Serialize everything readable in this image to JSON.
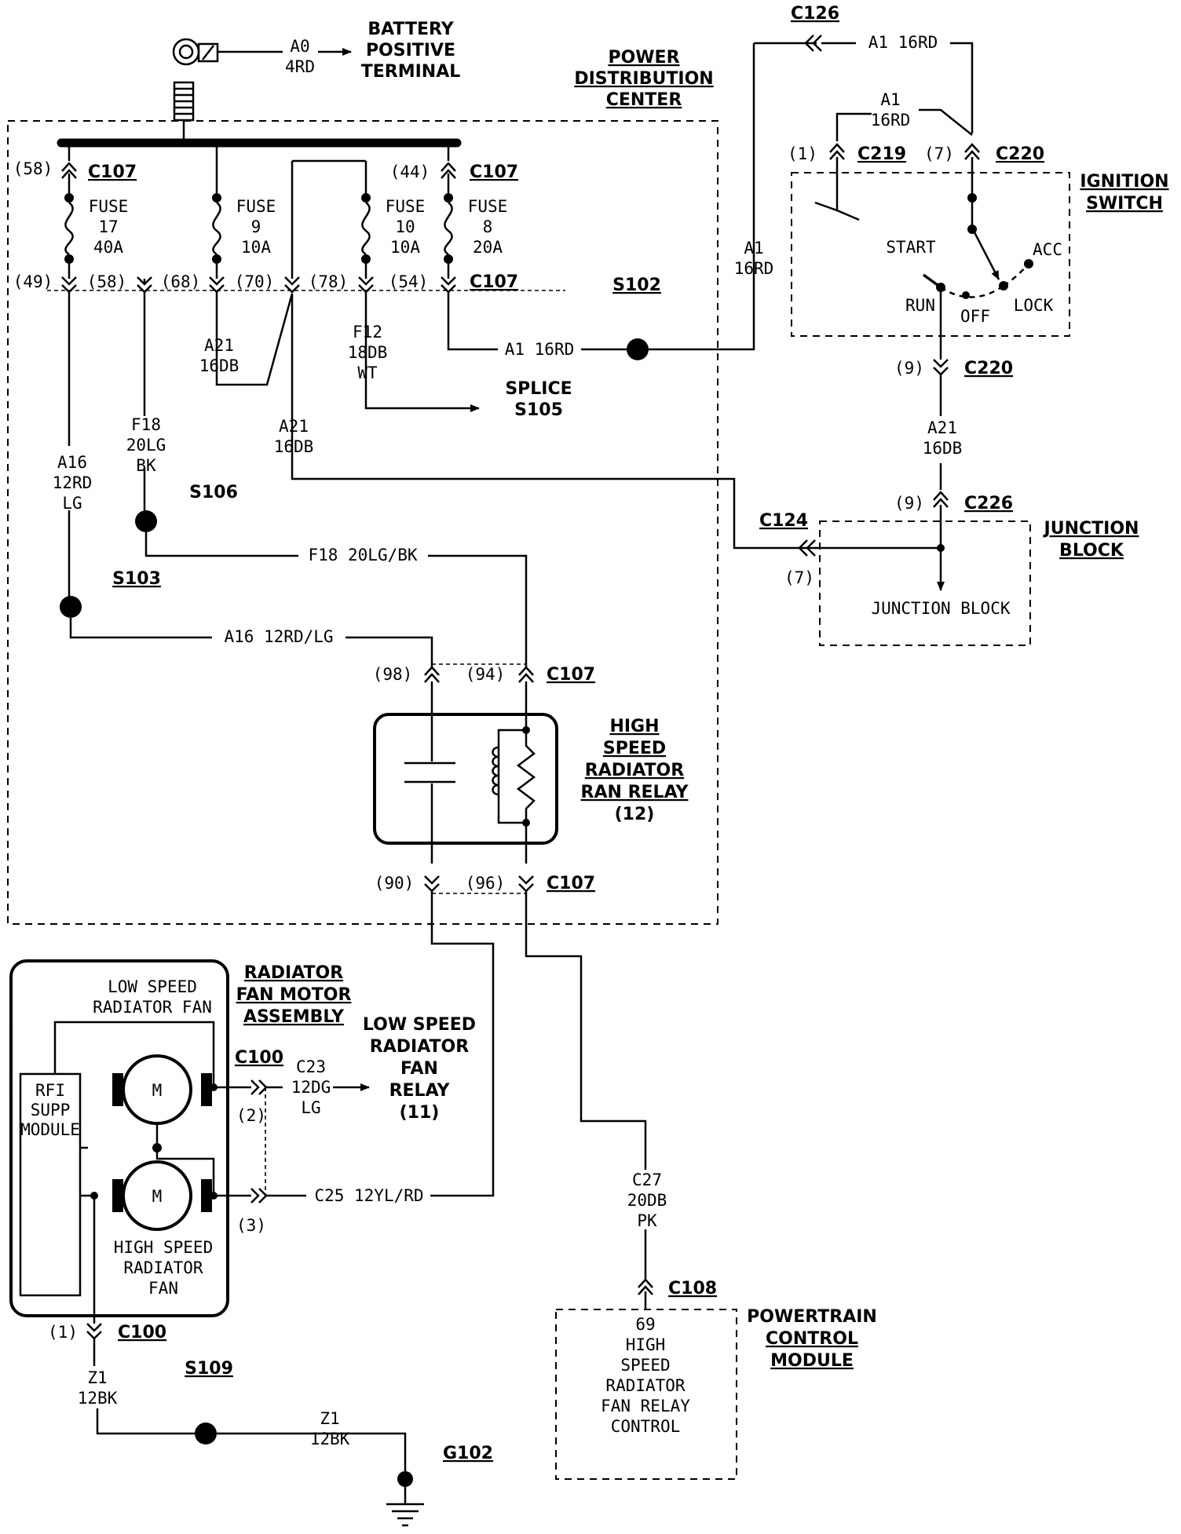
{
  "battery": {
    "circuit": "A0",
    "gauge": "4RD",
    "label": [
      "BATTERY",
      "POSITIVE",
      "TERMINAL"
    ]
  },
  "pdc": {
    "label": [
      "POWER",
      "DISTRIBUTION",
      "CENTER"
    ],
    "connector": "C107",
    "pins_top": [
      "(58)",
      "(44)"
    ],
    "pins_bottom": [
      "(49)",
      "(58)",
      "(68)",
      "(70)",
      "(78)",
      "(54)"
    ],
    "fuses": [
      {
        "name": "FUSE",
        "num": "17",
        "amps": "40A"
      },
      {
        "name": "FUSE",
        "num": "9",
        "amps": "10A"
      },
      {
        "name": "FUSE",
        "num": "10",
        "amps": "10A"
      },
      {
        "name": "FUSE",
        "num": "8",
        "amps": "20A"
      }
    ]
  },
  "splices": {
    "s102": "S102",
    "s103": "S103",
    "s106": "S106",
    "s109": "S109",
    "s105": [
      "SPLICE",
      "S105"
    ]
  },
  "wires": {
    "a1_top": "A1  16RD",
    "a1_switch": [
      "A1",
      "16RD"
    ],
    "a1_vertical": [
      "A1",
      "16RD"
    ],
    "a1_pdc": "A1  16RD",
    "a21_loop": [
      "A21",
      "16DB"
    ],
    "f12": [
      "F12",
      "18DB",
      "WT"
    ],
    "a21_pdc": [
      "A21",
      "16DB"
    ],
    "a21_switch": [
      "A21",
      "16DB"
    ],
    "f18_vertical": [
      "F18",
      "20LG",
      "BK"
    ],
    "f18_horizontal": "F18  20LG/BK",
    "a16_vertical": [
      "A16",
      "12RD",
      "LG"
    ],
    "a16_horizontal": "A16  12RD/LG",
    "c23": [
      "C23",
      "12DG",
      "LG"
    ],
    "c25": "C25  12YL/RD",
    "c27": [
      "C27",
      "20DB",
      "PK"
    ],
    "z1_vertical": [
      "Z1",
      "12BK"
    ],
    "z1_horizontal": [
      "Z1",
      "12BK"
    ]
  },
  "connectors": {
    "c126": "C126",
    "c219": "C219",
    "c219_pin": "(1)",
    "c220": "C220",
    "c220_pin": "(7)",
    "c220_bottom": "C220",
    "c220_bottom_pin": "(9)",
    "c226": "C226",
    "c226_pin": "(9)",
    "c124": "C124",
    "c124_pin": "(7)",
    "c107_relay_top": "C107",
    "relay_top_pins": [
      "(98)",
      "(94)"
    ],
    "c107_relay_bottom": "C107",
    "relay_bottom_pins": [
      "(90)",
      "(96)"
    ],
    "c100_top": "C100",
    "c100_pin2": "(2)",
    "c100_pin3": "(3)",
    "c100_bottom": "C100",
    "c100_pin1": "(1)",
    "c108": "C108",
    "ground": "G102"
  },
  "ignition_switch": {
    "label": [
      "IGNITION",
      "SWITCH"
    ],
    "positions": {
      "start": "START",
      "acc": "ACC",
      "run": "RUN",
      "off": "OFF",
      "lock": "LOCK"
    }
  },
  "junction_block": {
    "label": [
      "JUNCTION",
      "BLOCK"
    ],
    "inner": "JUNCTION BLOCK"
  },
  "relay": {
    "label": [
      "HIGH",
      "SPEED",
      "RADIATOR",
      "RAN RELAY",
      "(12)"
    ]
  },
  "fan_assembly": {
    "label": [
      "RADIATOR",
      "FAN MOTOR",
      "ASSEMBLY"
    ],
    "low_fan": [
      "LOW SPEED",
      "RADIATOR FAN"
    ],
    "high_fan": [
      "HIGH SPEED",
      "RADIATOR",
      "FAN"
    ],
    "motor": "M",
    "rfi": [
      "RFI",
      "SUPP",
      "MODULE"
    ]
  },
  "low_relay": {
    "label": [
      "LOW SPEED",
      "RADIATOR",
      "FAN",
      "RELAY",
      "(11)"
    ]
  },
  "pcm": {
    "label": [
      "POWERTRAIN",
      "CONTROL",
      "MODULE"
    ],
    "inner": [
      "69",
      "HIGH",
      "SPEED",
      "RADIATOR",
      "FAN RELAY",
      "CONTROL"
    ]
  }
}
